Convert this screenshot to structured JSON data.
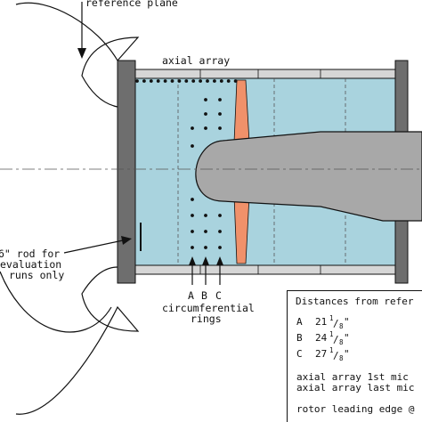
{
  "labels": {
    "reference_plane": "reference plane",
    "axial_array": "axial array",
    "rod_line1": "6\" rod for",
    "rod_line2": "evaluation",
    "rod_line3": "runs only",
    "ring_a": "A",
    "ring_b": "B",
    "ring_c": "C",
    "rings_line1": "circumferential",
    "rings_line2": "rings"
  },
  "legend": {
    "title": "Distances from refer",
    "entries": [
      {
        "key": "A",
        "whole": "21",
        "num": "1",
        "den": "8",
        "unit": "\""
      },
      {
        "key": "B",
        "whole": "24",
        "num": "1",
        "den": "8",
        "unit": "\""
      },
      {
        "key": "C",
        "whole": "27",
        "num": "1",
        "den": "8",
        "unit": "\""
      }
    ],
    "axial_first": "axial array 1st mic",
    "axial_last": "axial array last mic",
    "rotor": "rotor leading edge @"
  },
  "colors": {
    "water": "#a9d3de",
    "flange": "#6e6e6e",
    "wall": "#d6d6d6",
    "hub": "#a8a8a8",
    "rotor": "#f0916a",
    "line": "#111111"
  }
}
